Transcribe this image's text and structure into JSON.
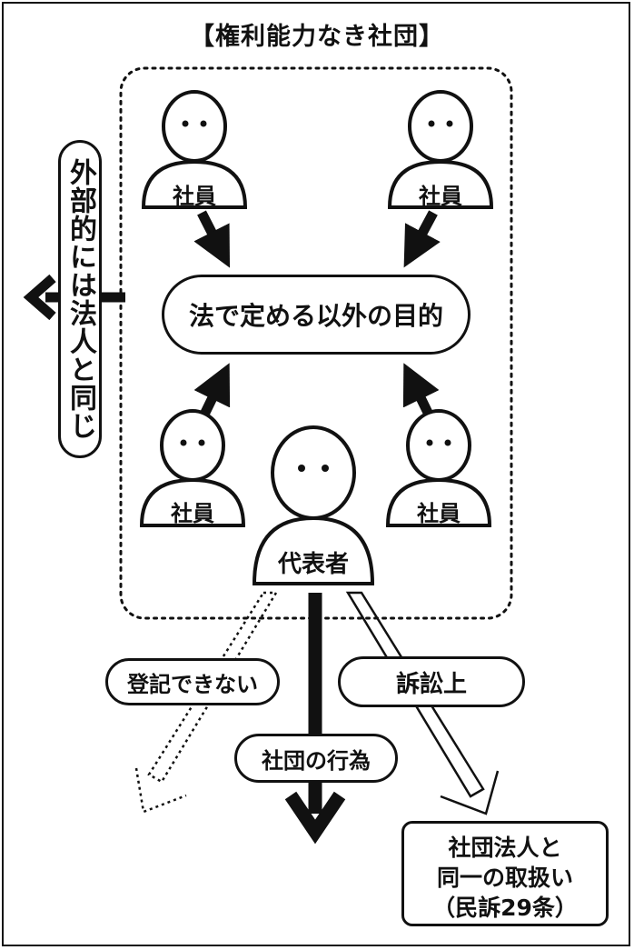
{
  "title": "【権利能力なき社団】",
  "outside_label": "外部的には法人と同じ",
  "purpose": "法で定める以外の目的",
  "member_label": "社員",
  "representative_label": "代表者",
  "cannot_register": "登記できない",
  "litigation": "訴訟上",
  "association_act": "社団の行為",
  "treatment_lines": [
    "社団法人と",
    "同一の取扱い",
    "（民訴29条）"
  ]
}
